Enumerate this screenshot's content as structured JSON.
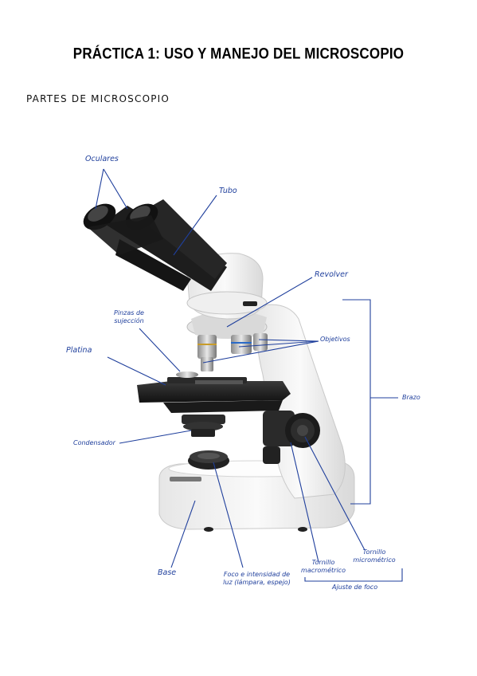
{
  "document": {
    "title": "PRÁCTICA 1: USO Y MANEJO DEL MICROSCOPIO",
    "subtitle": "PARTES DE MICROSCOPIO"
  },
  "labels": {
    "oculares": "Oculares",
    "tubo": "Tubo",
    "revolver": "Revolver",
    "pinzas_1": "Pinzas de",
    "pinzas_2": "sujección",
    "platina": "Platina",
    "objetivos": "Objetivos",
    "brazo": "Brazo",
    "condensador": "Condensador",
    "base": "Base",
    "foco_1": "Foco e intensidad de",
    "foco_2": "luz (lámpara, espejo)",
    "tornillo_macro_1": "Tornillo",
    "tornillo_macro_2": "macrométrico",
    "tornillo_micro_1": "Tornillo",
    "tornillo_micro_2": "micrométrico",
    "ajuste": "Ajuste de foco"
  },
  "colors": {
    "annotation": "#1f3f9c",
    "microscope_body": "#f2f2f2",
    "microscope_dark": "#1c1c1c"
  }
}
